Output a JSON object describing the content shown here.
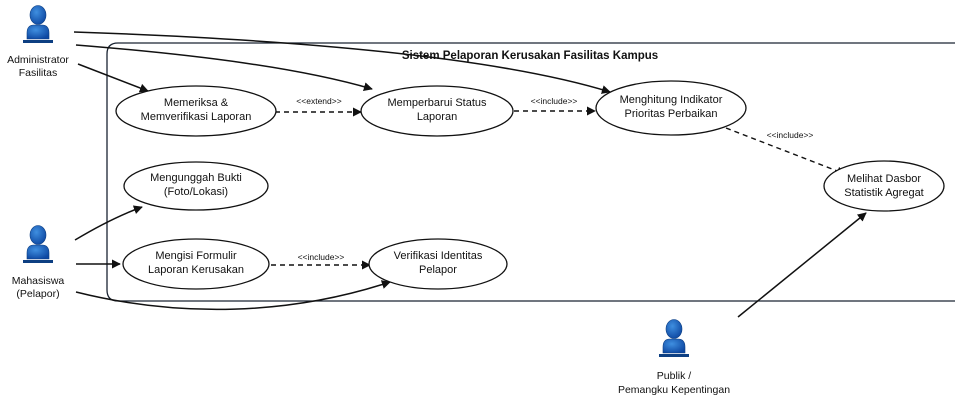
{
  "system": {
    "title": "Sistem Pelaporan Kerusakan Fasilitas Kampus"
  },
  "actors": {
    "admin": {
      "line1": "Administrator",
      "line2": "Fasilitas"
    },
    "student": {
      "line1": "Mahasiswa",
      "line2": "(Pelapor)"
    },
    "public": {
      "line1": "Publik /",
      "line2": "Pemangku Kepentingan"
    }
  },
  "use_cases": {
    "verify_report": {
      "line1": "Memeriksa &",
      "line2": "Memverifikasi Laporan"
    },
    "update_status": {
      "line1": "Memperbarui Status",
      "line2": "Laporan"
    },
    "compute_priority": {
      "line1": "Menghitung Indikator",
      "line2": "Prioritas Perbaikan"
    },
    "view_dashboard": {
      "line1": "Melihat Dasbor",
      "line2": "Statistik Agregat"
    },
    "upload_evidence": {
      "line1": "Mengunggah Bukti",
      "line2": "(Foto/Lokasi)"
    },
    "fill_form": {
      "line1": "Mengisi Formulir",
      "line2": "Laporan Kerusakan"
    },
    "verify_identity": {
      "line1": "Verifikasi Identitas",
      "line2": "Pelapor"
    }
  },
  "relations": {
    "extend": "<<extend>>",
    "include_update_priority": "<<include>>",
    "include_priority_dashboard": "<<include>>",
    "include_form_identity": "<<include>>"
  },
  "colors": {
    "actor": "#1565c0",
    "actor_dark": "#0d3f82",
    "line": "#111111",
    "boundary": "#1a2433"
  },
  "icons": {
    "actor": "person-icon"
  }
}
